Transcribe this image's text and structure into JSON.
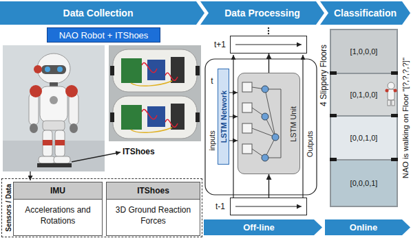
{
  "diagram": {
    "nodes": [
      {
        "text": [
          "Data Collection"
        ]
      },
      {
        "text": [
          "Data Processing"
        ]
      },
      {
        "text": [
          "Classification"
        ]
      },
      {
        "text": [
          "NAO Robot + ITShoes"
        ]
      },
      {
        "text": [
          "t+1"
        ]
      },
      {
        "text": [
          "LSTM Network"
        ]
      },
      {
        "text": [
          "LSTM Unit"
        ]
      },
      {
        "text": [
          "t-1"
        ]
      },
      {
        "text": [
          "[1,0,0,0]"
        ]
      },
      {
        "text": [
          "[0,1,0,0]"
        ]
      },
      {
        "text": [
          "[0,0,1,0]"
        ]
      },
      {
        "text": [
          "[0,0,0,1]"
        ]
      },
      {
        "text": [
          "Sensors / Data"
        ]
      },
      {
        "text": [
          "IMU",
          "Accelerations and Rotations"
        ],
        "in": 12
      },
      {
        "text": [
          "ITShoes",
          "3D Ground Reaction Forces"
        ],
        "in": 12
      },
      {
        "text": [
          "Off-line"
        ]
      },
      {
        "text": [
          "Online"
        ]
      }
    ],
    "edges": [
      {
        "from": 7,
        "to": 6,
        "arrow": "to"
      },
      {
        "from": 6,
        "to": 4,
        "arrow": "to"
      }
    ],
    "labels": [
      "ITShoes",
      "inputs",
      "t",
      "Outputs",
      "4 Slippery Floors",
      "NAO is walking on Floor \"[?,?,?,?]\""
    ]
  }
}
